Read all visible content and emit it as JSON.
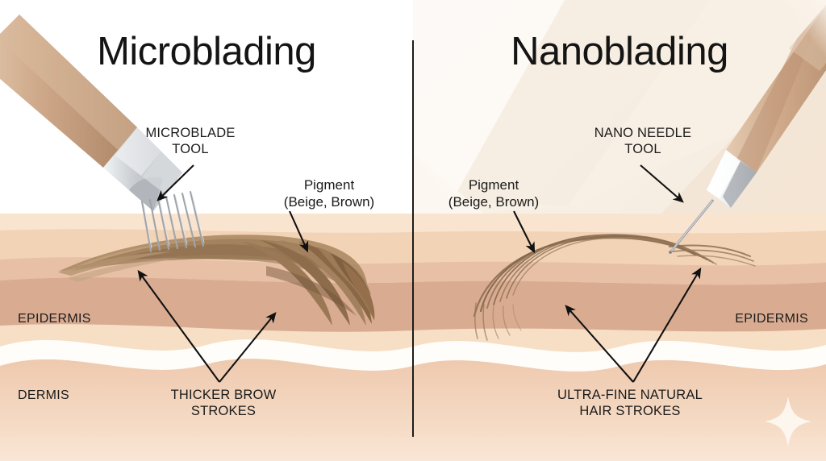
{
  "panels": {
    "left": {
      "title": "Microblading",
      "tool_label_line1": "MICROBLADE",
      "tool_label_line2": "TOOL",
      "pigment_line1": "Pigment",
      "pigment_line2": "(Beige, Brown)",
      "stroke_label_line1": "THICKER BROW",
      "stroke_label_line2": "STROKES",
      "epidermis_label": "EPIDERMIS",
      "dermis_label": "DERMIS"
    },
    "right": {
      "title": "Nanoblading",
      "tool_label_line1": "NANO NEEDLE",
      "tool_label_line2": "TOOL",
      "pigment_line1": "Pigment",
      "pigment_line2": "(Beige, Brown)",
      "stroke_label_line1": "ULTRA-FINE NATURAL",
      "stroke_label_line2": "HAIR STROKES",
      "epidermis_label": "EPIDERMIS"
    }
  },
  "colors": {
    "background_left": "#ffffff",
    "background_right": "#f7efe4",
    "divider": "#1d1d1b",
    "text": "#1b1b1b",
    "skin_surface": "#f7dfc6",
    "skin_upper": "#f2d3b5",
    "epidermis": "#d9ac92",
    "epidermis_mid": "#e3bda4",
    "dermis": "#f0cdb4",
    "dermis_deep": "#f6ddc8",
    "wave_white": "#fffdf9",
    "pigment_brown": "#9a7856",
    "pigment_dark_brown": "#7a5b3c",
    "pigment_beige": "#c2a482",
    "hair_fine": "#8d6f51",
    "tool_handle": "#c8a183",
    "tool_handle_light": "#dcc0a6",
    "tool_handle_dark": "#b08a6c",
    "tool_metal": "#b9bcc0",
    "tool_metal_light": "#e8eaec",
    "needle": "#9aa0a6",
    "sparkle": "#fdf6ee"
  }
}
